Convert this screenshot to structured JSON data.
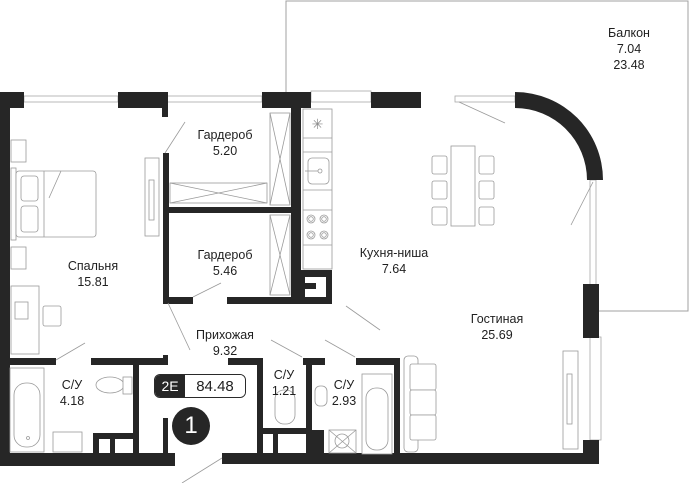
{
  "plan": {
    "apartment_type": "2E",
    "total_area": "84.48",
    "apartment_number": "1",
    "rooms": [
      {
        "name": "Балкон",
        "area": "7.04",
        "extra": "23.48"
      },
      {
        "name": "Гардероб",
        "area": "5.20"
      },
      {
        "name": "Гардероб",
        "area": "5.46"
      },
      {
        "name": "Спальня",
        "area": "15.81"
      },
      {
        "name": "Кухня-ниша",
        "area": "7.64"
      },
      {
        "name": "Гостиная",
        "area": "25.69"
      },
      {
        "name": "Прихожая",
        "area": "9.32"
      },
      {
        "name": "С/У",
        "area": "4.18"
      },
      {
        "name": "С/У",
        "area": "1.21"
      },
      {
        "name": "С/У",
        "area": "2.93"
      }
    ],
    "colors": {
      "wall": "#262626",
      "line": "#9a9a9a",
      "background": "#ffffff"
    }
  }
}
